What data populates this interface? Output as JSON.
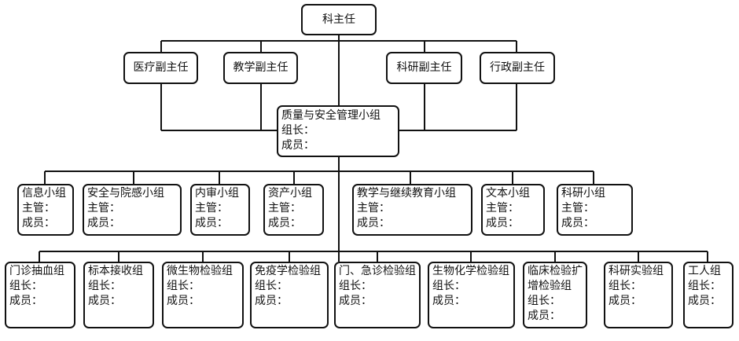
{
  "director": "科主任",
  "deputies": [
    "医疗副主任",
    "教学副主任",
    "科研副主任",
    "行政副主任"
  ],
  "quality_group": {
    "title": "质量与安全管理小组",
    "leader_label": "组长：",
    "members_label": "成员："
  },
  "working_groups": [
    {
      "title": "信息小组",
      "lead_label": "主管：",
      "members_label": "成员："
    },
    {
      "title": "安全与院感小组",
      "lead_label": "主管：",
      "members_label": "成员："
    },
    {
      "title": "内审小组",
      "lead_label": "主管：",
      "members_label": "成员："
    },
    {
      "title": "资产小组",
      "lead_label": "主管：",
      "members_label": "成员："
    },
    {
      "title": "教学与继续教育小组",
      "lead_label": "主管：",
      "members_label": "成员："
    },
    {
      "title": "文本小组",
      "lead_label": "主管：",
      "members_label": "成员："
    },
    {
      "title": "科研小组",
      "lead_label": "主管：",
      "members_label": "成员："
    }
  ],
  "lab_groups": [
    {
      "title": "门诊抽血组",
      "lead_label": "组长：",
      "members_label": "成员："
    },
    {
      "title": "标本接收组",
      "lead_label": "组长：",
      "members_label": "成员："
    },
    {
      "title": "微生物检验组",
      "lead_label": "组长：",
      "members_label": "成员："
    },
    {
      "title": "免疫学检验组",
      "lead_label": "组长：",
      "members_label": "成员："
    },
    {
      "title": "门、急诊检验组",
      "lead_label": "组长：",
      "members_label": "成员："
    },
    {
      "title": "生物化学检验组",
      "lead_label": "组长：",
      "members_label": "成员："
    },
    {
      "title": "临床检验扩增检验组",
      "title_lines": [
        "临床检验扩",
        "增检验组"
      ],
      "lead_label": "组长：",
      "members_label": "成员："
    },
    {
      "title": "科研实验组",
      "lead_label": "组长：",
      "members_label": "成员："
    },
    {
      "title": "工人组",
      "lead_label": "组长：",
      "members_label": "成员："
    }
  ]
}
